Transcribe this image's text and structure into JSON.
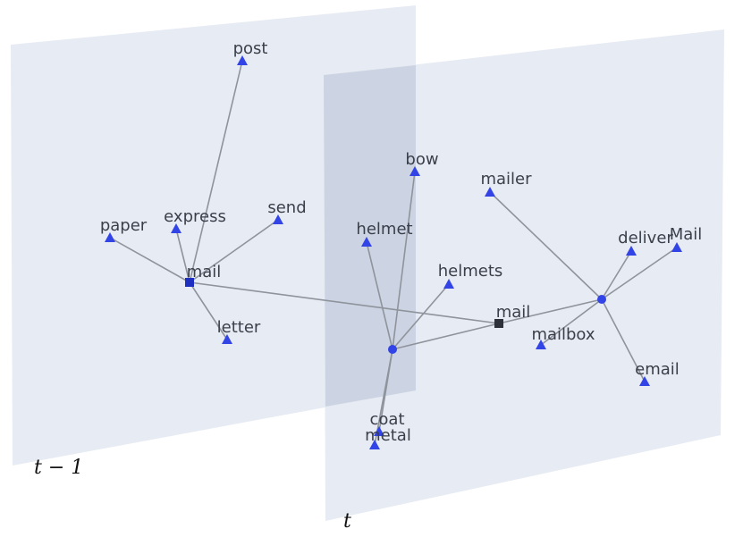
{
  "colors": {
    "plane_fill": "#e3e7f1",
    "overlap_fill": "#c4ccdc",
    "edge": "#8f949c",
    "triangle": "#3344e6",
    "circle": "#3344e6",
    "square_left": "#1f2fbf",
    "square_right": "#2e3139",
    "text": "#3a3f4a"
  },
  "planes": [
    {
      "id": "left",
      "label": "t − 1"
    },
    {
      "id": "right",
      "label": "t"
    }
  ],
  "nodes": [
    {
      "id": "mail-left",
      "label": "mail",
      "shape": "square",
      "plane": "left"
    },
    {
      "id": "post",
      "label": "post",
      "shape": "triangle",
      "plane": "left"
    },
    {
      "id": "express",
      "label": "express",
      "shape": "triangle",
      "plane": "left"
    },
    {
      "id": "send",
      "label": "send",
      "shape": "triangle",
      "plane": "left"
    },
    {
      "id": "paper",
      "label": "paper",
      "shape": "triangle",
      "plane": "left"
    },
    {
      "id": "letter",
      "label": "letter",
      "shape": "triangle",
      "plane": "left"
    },
    {
      "id": "mail-right",
      "label": "mail",
      "shape": "square",
      "plane": "right"
    },
    {
      "id": "hub-a",
      "label": "",
      "shape": "circle",
      "plane": "right"
    },
    {
      "id": "hub-b",
      "label": "",
      "shape": "circle",
      "plane": "right"
    },
    {
      "id": "bow",
      "label": "bow",
      "shape": "triangle",
      "plane": "right"
    },
    {
      "id": "helmet",
      "label": "helmet",
      "shape": "triangle",
      "plane": "right"
    },
    {
      "id": "helmets",
      "label": "helmets",
      "shape": "triangle",
      "plane": "right"
    },
    {
      "id": "coat",
      "label": "coat",
      "shape": "triangle",
      "plane": "right"
    },
    {
      "id": "metal",
      "label": "metal",
      "shape": "triangle",
      "plane": "right"
    },
    {
      "id": "mailer",
      "label": "mailer",
      "shape": "triangle",
      "plane": "right"
    },
    {
      "id": "deliver",
      "label": "deliver",
      "shape": "triangle",
      "plane": "right"
    },
    {
      "id": "Mail",
      "label": "Mail",
      "shape": "triangle",
      "plane": "right"
    },
    {
      "id": "mailbox",
      "label": "mailbox",
      "shape": "triangle",
      "plane": "right"
    },
    {
      "id": "email",
      "label": "email",
      "shape": "triangle",
      "plane": "right"
    }
  ],
  "edges": [
    [
      "mail-left",
      "post"
    ],
    [
      "mail-left",
      "express"
    ],
    [
      "mail-left",
      "send"
    ],
    [
      "mail-left",
      "paper"
    ],
    [
      "mail-left",
      "letter"
    ],
    [
      "mail-left",
      "mail-right"
    ],
    [
      "mail-right",
      "hub-a"
    ],
    [
      "mail-right",
      "hub-b"
    ],
    [
      "hub-a",
      "bow"
    ],
    [
      "hub-a",
      "helmet"
    ],
    [
      "hub-a",
      "helmets"
    ],
    [
      "hub-a",
      "coat"
    ],
    [
      "hub-a",
      "metal"
    ],
    [
      "hub-b",
      "mailer"
    ],
    [
      "hub-b",
      "deliver"
    ],
    [
      "hub-b",
      "Mail"
    ],
    [
      "hub-b",
      "mailbox"
    ],
    [
      "hub-b",
      "email"
    ]
  ]
}
